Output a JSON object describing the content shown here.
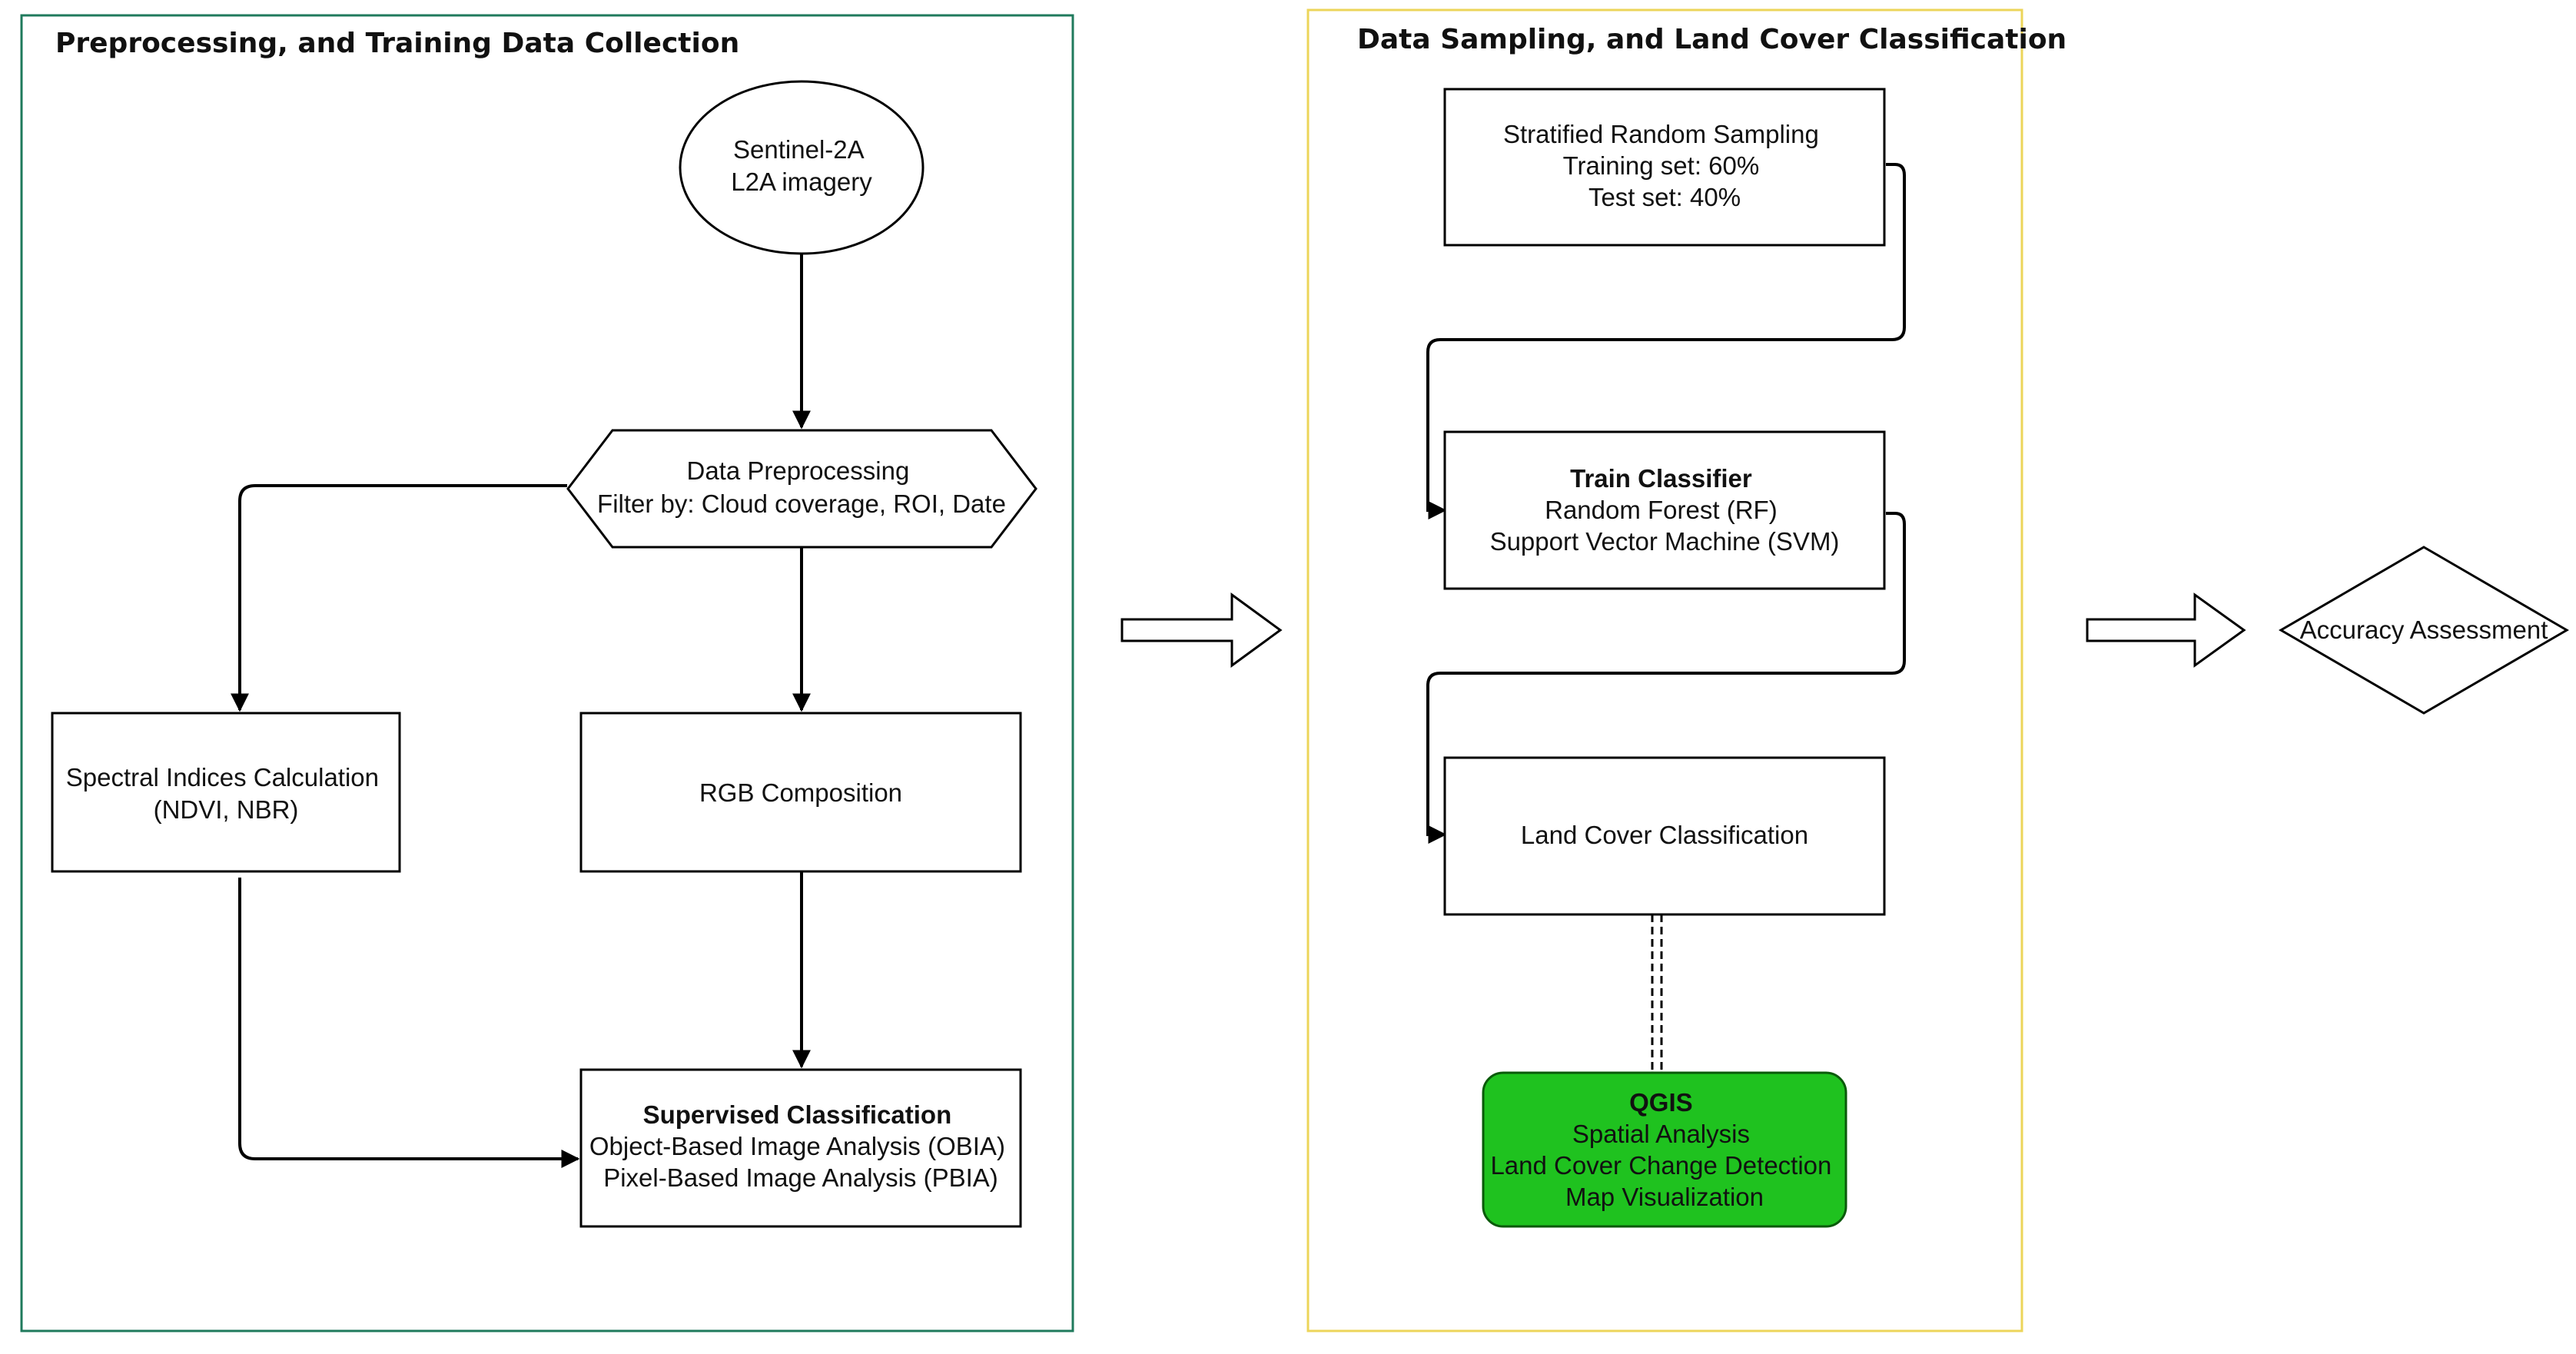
{
  "colors": {
    "panel1_border": "#1f7a5c",
    "panel2_border": "#ecd55a",
    "qgis_fill": "#1fc21f",
    "qgis_border": "#0a5a0a",
    "stroke": "#000000"
  },
  "panels": [
    {
      "title": "Preprocessing, and Training Data Collection"
    },
    {
      "title": "Data Sampling, and Land Cover Classification"
    }
  ],
  "nodes": {
    "sentinel": {
      "lines": [
        "Sentinel-2A",
        "L2A imagery"
      ]
    },
    "preprocessing": {
      "lines": [
        "Data Preprocessing",
        "Filter by: Cloud coverage, ROI, Date"
      ]
    },
    "spectral": {
      "lines": [
        "Spectral Indices Calculation",
        "(NDVI, NBR)"
      ]
    },
    "rgb": {
      "lines": [
        "RGB Composition"
      ]
    },
    "supervised": {
      "title": "Supervised Classification",
      "lines": [
        "Object-Based Image Analysis (OBIA)",
        "Pixel-Based Image Analysis (PBIA)"
      ]
    },
    "sampling": {
      "lines": [
        "Stratified Random Sampling",
        "Training set: 60%",
        "Test set: 40%"
      ]
    },
    "train": {
      "title": "Train Classifier",
      "lines": [
        "Random Forest (RF)",
        "Support Vector Machine (SVM)"
      ]
    },
    "landcover": {
      "lines": [
        "Land Cover Classification"
      ]
    },
    "qgis": {
      "title": "QGIS",
      "lines": [
        "Spatial Analysis",
        "Land Cover Change Detection",
        "Map Visualization"
      ]
    },
    "accuracy": {
      "lines": [
        "Accuracy Assessment"
      ]
    }
  }
}
